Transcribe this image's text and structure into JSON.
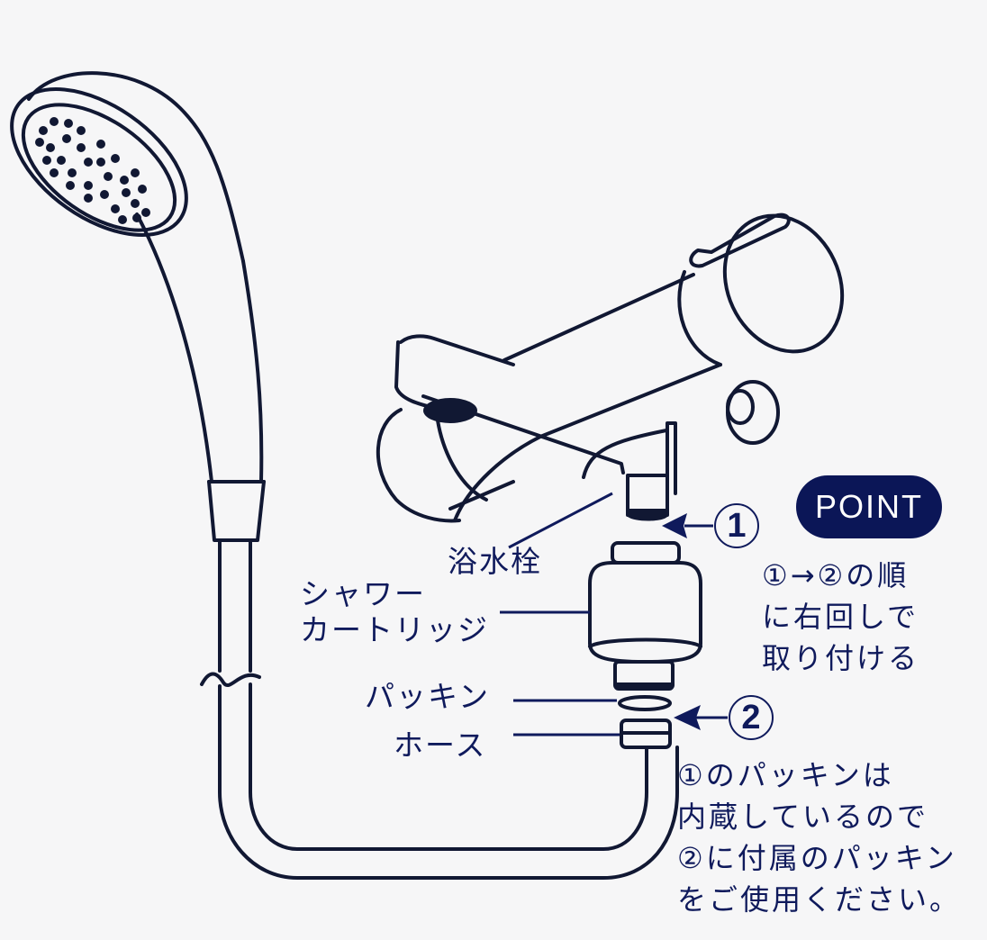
{
  "labels": {
    "faucet": "浴水栓",
    "cartridge_line1": "シャワー",
    "cartridge_line2": "カートリッジ",
    "packing": "パッキン",
    "hose": "ホース"
  },
  "steps": {
    "step1": "1",
    "step2": "2"
  },
  "point": {
    "badge": "POINT",
    "lines": [
      "①→②の順",
      "に右回しで",
      "取り付ける"
    ]
  },
  "note": {
    "lines": [
      "①のパッキンは",
      "内蔵しているので",
      "②に付属のパッキン",
      "をご使用ください。"
    ]
  },
  "colors": {
    "background": "#f6f6f7",
    "ink": "#0f1a5c",
    "badge": "#0b1657",
    "badge_text": "#ffffff"
  }
}
